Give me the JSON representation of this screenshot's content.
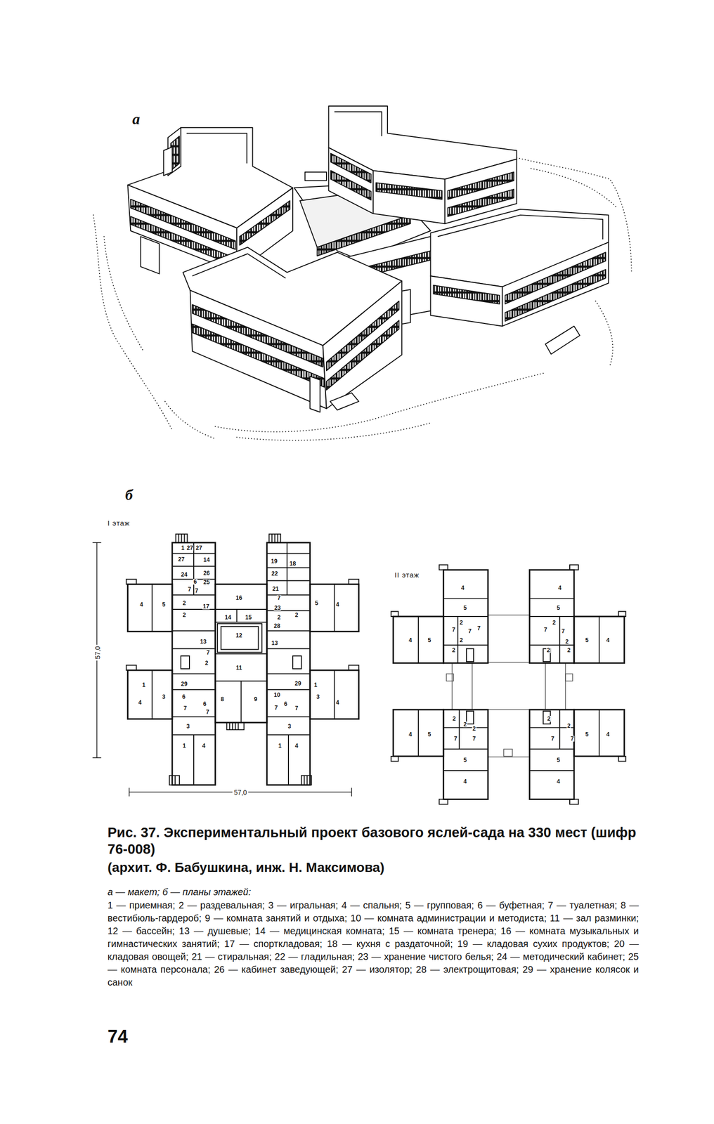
{
  "diagram": {
    "caption": "Рис. 37. Экспериментальный проект базового яслей-сада на 330 мест (шифр 76-008)",
    "labels": [
      "а",
      "б",
      "I этаж",
      "II этаж",
      "57,0",
      "57,0",
      "1",
      "27",
      "27",
      "27",
      "14",
      "24",
      "26",
      "25",
      "6",
      "7",
      "7",
      "2",
      "2",
      "4",
      "5",
      "17",
      "16",
      "14",
      "15",
      "13",
      "12",
      "7",
      "2",
      "11",
      "1",
      "29",
      "3",
      "4",
      "6",
      "7",
      "6",
      "7",
      "8",
      "9",
      "3",
      "1",
      "4",
      "19",
      "18",
      "22",
      "21",
      "7",
      "23",
      "2",
      "5",
      "4",
      "2",
      "28",
      "13",
      "29",
      "1",
      "3",
      "4",
      "10",
      "7",
      "6",
      "7",
      "3",
      "1",
      "4",
      "4",
      "5",
      "2",
      "7",
      "7",
      "7",
      "4",
      "5",
      "2",
      "2",
      "4",
      "5",
      "2",
      "7",
      "7",
      "2",
      "5",
      "4",
      "2",
      "2",
      "2",
      "2",
      "2",
      "7",
      "7",
      "4",
      "5",
      "5",
      "4",
      "2",
      "2",
      "7",
      "7",
      "5",
      "4",
      "5",
      "4",
      "(архит. Ф. Бабушкина, инж. Н. Максимова)",
      "а — макет; б — планы этажей:",
      "1 — приемная; 2 — раздевальная; 3 — игральная; 4 — спальня; 5 — групповая; 6 — буфетная; 7 — туалетная; 8 — вестибюль-гардероб; 9 — комната занятий и отдыха; 10 — комната администрации и методиста; 11 — зал разминки; 12 — бассейн; 13 — душевые; 14 — медицинская комната; 15 — комната тренера; 16 — комната музыкальных и гимнастических занятий; 17 — спорткладовая; 18 — кухня с раздаточной; 19 — кладовая сухих продуктов; 20 — кладовая овощей; 21 — стиральная; 22 — гладильная; 23 — хранение чистого белья; 24 — методический кабинет; 25 — комната персонала; 26 — кабинет заведующей; 27 — изолятор; 28 — электрощитовая; 29 — хранение колясок и санок",
      "74"
    ]
  }
}
